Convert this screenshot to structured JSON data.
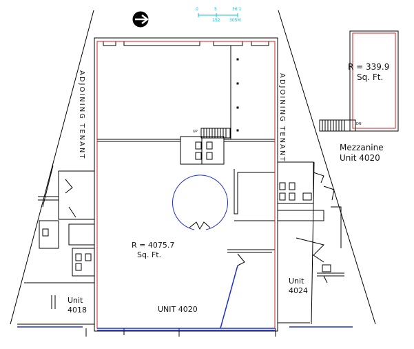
{
  "labels": {
    "adjoining_left": "ADJOINING TENANT",
    "adjoining_right": "ADJOINING TENANT",
    "main_area_line1": "R = 4075.7",
    "main_area_line2": "Sq. Ft.",
    "unit_main": "UNIT 4020",
    "unit_4018_line1": "Unit",
    "unit_4018_line2": "4018",
    "unit_4024_line1": "Unit",
    "unit_4024_line2": "4024",
    "mezz_area_line1": "R = 339.9",
    "mezz_area_line2": "Sq. Ft.",
    "mezz_title_line1": "Mezzanine",
    "mezz_title_line2": "Unit 4020",
    "stair_up": "UP",
    "stair_dn": "DN"
  },
  "scale_bar": {
    "top_ticks": [
      "0",
      "5",
      "36'1"
    ],
    "bottom_ticks": [
      "152",
      "305M"
    ]
  },
  "colors": {
    "wall": "#000000",
    "area_outline": "#cc2222",
    "window": "#1f2fcc",
    "scale": "#10c0d0"
  }
}
